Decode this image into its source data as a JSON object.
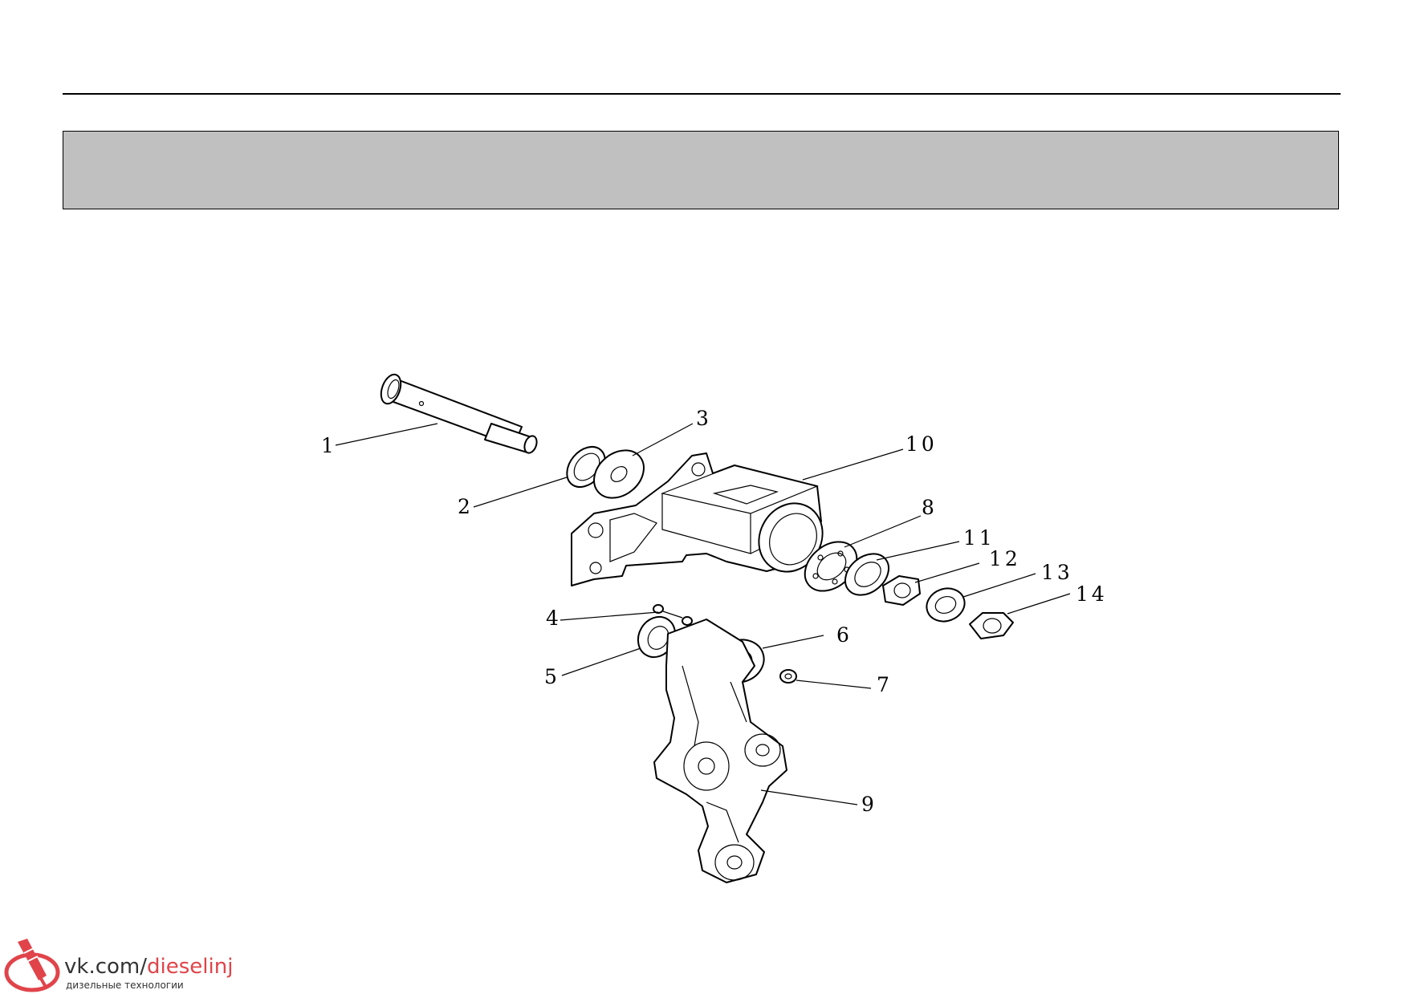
{
  "figure": {
    "callouts": [
      "1",
      "2",
      "3",
      "4",
      "5",
      "6",
      "7",
      "8",
      "9",
      "10",
      "11",
      "12",
      "13",
      "14"
    ]
  },
  "watermark": {
    "url_prefix": "vk.com/",
    "url_accent": "dieselinj",
    "subtitle": "дизельные технологии",
    "accent_color": "#e0444a"
  },
  "colors": {
    "header_band": "#c0c0c0",
    "line": "#000000"
  }
}
